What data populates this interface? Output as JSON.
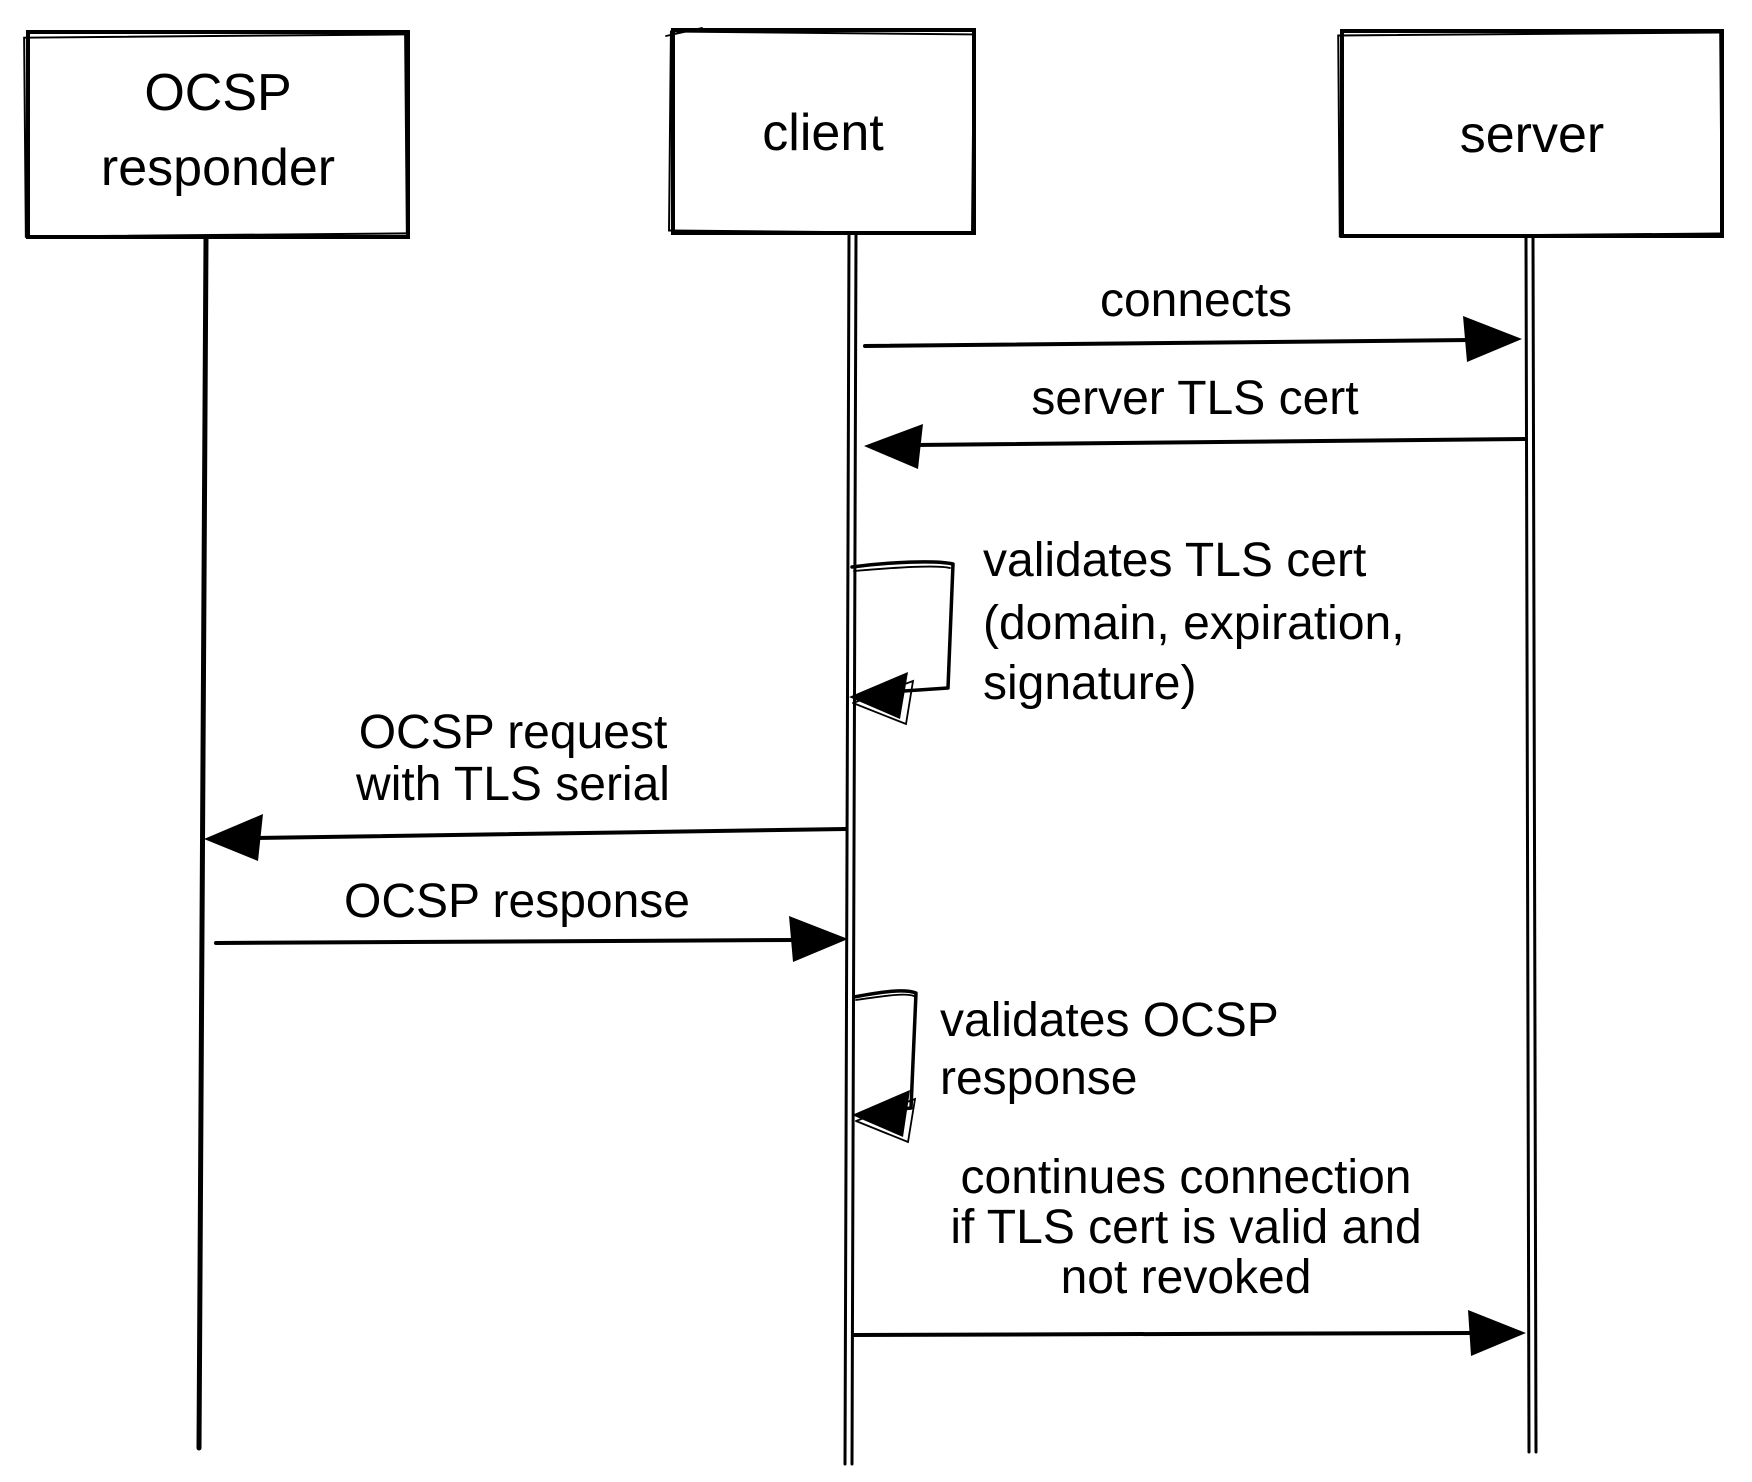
{
  "diagram": {
    "kind": "sequence-diagram",
    "topic": "OCSP certificate revocation check during TLS handshake",
    "colors": {
      "ink": "#000000",
      "background": "#ffffff"
    },
    "actors": [
      {
        "id": "ocsp-responder",
        "label_lines": [
          "OCSP",
          "responder"
        ]
      },
      {
        "id": "client",
        "label_lines": [
          "client"
        ]
      },
      {
        "id": "server",
        "label_lines": [
          "server"
        ]
      }
    ],
    "messages": [
      {
        "type": "arrow",
        "from": "client",
        "to": "server",
        "label_lines": [
          "connects"
        ]
      },
      {
        "type": "arrow",
        "from": "server",
        "to": "client",
        "label_lines": [
          "server TLS cert"
        ]
      },
      {
        "type": "self-loop",
        "actor": "client",
        "label_lines": [
          "validates TLS cert",
          "(domain, expiration,",
          "signature)"
        ]
      },
      {
        "type": "arrow",
        "from": "client",
        "to": "ocsp-responder",
        "label_lines": [
          "OCSP request",
          "with TLS serial"
        ]
      },
      {
        "type": "arrow",
        "from": "ocsp-responder",
        "to": "client",
        "label_lines": [
          "OCSP response"
        ]
      },
      {
        "type": "self-loop",
        "actor": "client",
        "label_lines": [
          "validates OCSP",
          "response"
        ]
      },
      {
        "type": "arrow",
        "from": "client",
        "to": "server",
        "label_lines": [
          "continues connection",
          "if TLS cert is valid and",
          "not revoked"
        ]
      }
    ]
  }
}
